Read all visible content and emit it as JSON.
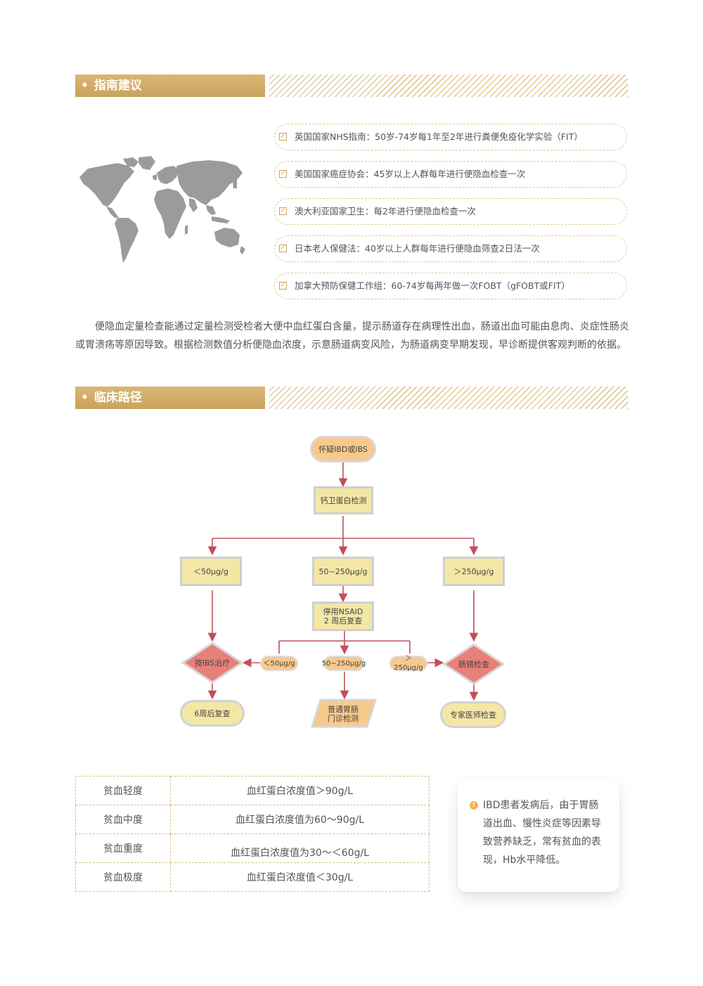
{
  "sections": {
    "guidelines_title": "指南建议",
    "pathway_title": "临床路径"
  },
  "guidelines": [
    "英国国家NHS指南：50岁-74岁每1年至2年进行粪便免疫化学实验（FIT）",
    "美国国家癌症协会：45岁以上人群每年进行便隐血检查一次",
    "澳大利亚国家卫生：每2年进行便隐血检查一次",
    "日本老人保健法：40岁以上人群每年进行便隐血筛查2日法一次",
    "加拿大预防保健工作组：60-74岁每两年做一次FOBT（gFOBT或FIT）"
  ],
  "paragraph": "便隐血定量检查能通过定量检测受检者大便中血红蛋白含量，提示肠道存在病理性出血，肠道出血可能由息肉、炎症性肠炎或胃溃疡等原因导致。根据检测数值分析便隐血浓度，示意肠道病变风险，为肠道病变早期发现，早诊断提供客观判断的依据。",
  "flowchart": {
    "start": "怀疑IBD或IBS",
    "calprotectin": "钙卫蛋白检测",
    "low": "＜50μg/g",
    "mid": "50~250μg/g",
    "high": "＞250μg/g",
    "nsaid_line1": "停用NSAID",
    "nsaid_line2": "2 周后复查",
    "sub_low": "＜50μg/g",
    "sub_mid": "50~250μg/g",
    "sub_high": "＞250μg/g",
    "ibs_treatment": "按IBS治疗",
    "colonoscopy": "肠镜检查",
    "recheck_6w": "6周后复查",
    "gi_line1": "普通胃肠",
    "gi_line2": "门诊检测",
    "specialist": "专家医师检查"
  },
  "anemia_table": [
    {
      "level": "贫血轻度",
      "value": "血红蛋白浓度值＞90g/L"
    },
    {
      "level": "贫血中度",
      "value": "血红蛋白浓度值为60～90g/L"
    },
    {
      "level": "贫血重度",
      "value": "血红蛋白浓度值为30～＜60g/L"
    },
    {
      "level": "贫血极度",
      "value": "血红蛋白浓度值＜30g/L"
    }
  ],
  "note": "IBD患者发病后，由于胃肠道出血、慢性炎症等因素导致营养缺乏，常有贫血的表现，Hb水平降低。",
  "colors": {
    "accent_gold": "#c9a35c",
    "flow_orange": "#f8c98d",
    "flow_yellow": "#f3e7a6",
    "flow_red": "#e8807a",
    "arrow_red": "#c0505a"
  }
}
